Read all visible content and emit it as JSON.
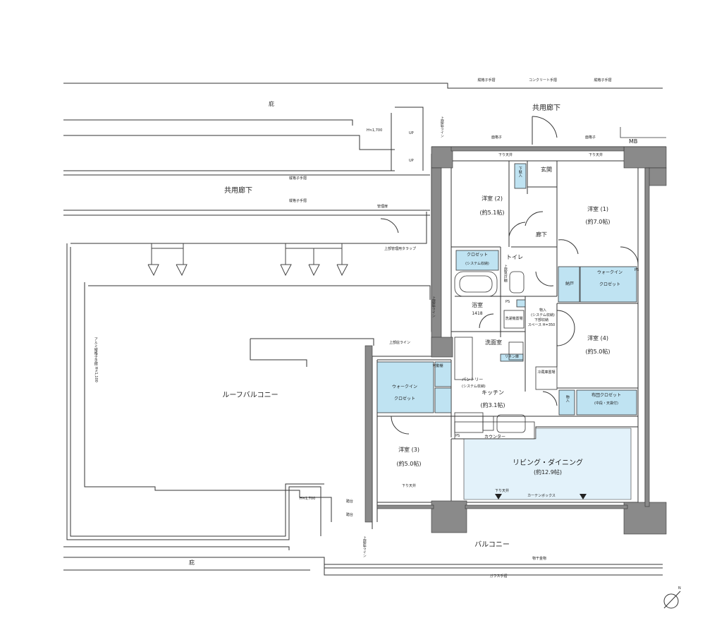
{
  "labels": {
    "eaves": "庇",
    "common_corridor": "共用廊下",
    "roof_balcony": "ルーフバルコニー",
    "balcony": "バルコニー",
    "vertical_lattice_railing": "縦格子手摺",
    "concrete_railing": "コンクリート手摺",
    "glass_railing": "ガラス手摺",
    "management_door": "管理扉",
    "upper_eaves_line": "上部庇ライン",
    "upper_management_trap": "上部管理用タラップ",
    "aluminum_lattice_railing": "アルミ縦格子手摺 H≒1,100",
    "height_1700": "H≒1,700",
    "up": "UP",
    "mb": "MB",
    "entrance": "玄関",
    "hallway": "廊下",
    "shoe_storage": "下駄入",
    "room2": "洋室 (2)",
    "room2_area": "(約5.1帖)",
    "room1": "洋室 (1)",
    "room1_area": "(約7.0帖)",
    "closet": "クロゼット",
    "closet_sub": "(システム収納)",
    "toilet": "トイレ",
    "upper_storage": "上部吊戸棚",
    "walkin": "ウォークイン",
    "walkin_closet": "クロゼット",
    "storage": "納戸",
    "ps": "PS",
    "bathroom": "浴室",
    "bath_size": "1418",
    "storage_space": "物入",
    "storage_space_sub": "(システム収納)",
    "shoe_space": "下部収納",
    "shoe_space_sub": "スペース H=350",
    "washer": "洗濯機置場",
    "room4": "洋室 (4)",
    "room4_area": "(約5.0帖)",
    "washroom": "洗面室",
    "linen": "リネン庫",
    "fridge": "冷蔵庫置場",
    "movable_shelf": "可動棚",
    "pantry": "パントリー",
    "pantry_sub": "(システム収納)",
    "kitchen": "キッチン",
    "kitchen_area": "(約3.1帖)",
    "futon_closet": "布団クロゼット",
    "futon_closet_sub": "(中段・天袋付)",
    "storage2": "物入",
    "counter": "カウンター",
    "room3": "洋室 (3)",
    "room3_area": "(約5.0帖)",
    "living": "リビング・ダイニング",
    "living_area": "(約12.9帖)",
    "curtain_box": "カーテンボックス",
    "step": "踏台",
    "drying_hardware": "物干金物",
    "lowered_ceiling": "下り天井",
    "lattice_fixed": "面格子",
    "north": "N"
  },
  "colors": {
    "wall": "#8a8a8a",
    "wall_dark": "#6d6d6d",
    "storage_fill": "#bfe3f2",
    "living_fill": "#e3f2fa",
    "line": "#333333"
  }
}
